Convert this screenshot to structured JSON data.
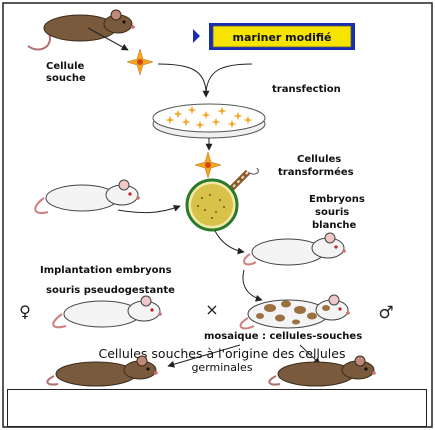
{
  "labels": {
    "mariner": "mariner modifié",
    "cellule": "Cellule",
    "souche": "souche",
    "transfection": "transfection",
    "cellules": "Cellules",
    "transformees": "transformées",
    "embryons": "Embryons",
    "souris": "souris",
    "blanche": "blanche",
    "implantation": "Implantation embryons",
    "pseudogestante": "souris pseudogestante",
    "cross": "×",
    "female": "♀",
    "male": "♂",
    "mosaique": "mosaique : cellules-souches",
    "germ1": "Cellules souches à l'origine des cellules",
    "germ2": "germinales"
  },
  "colors": {
    "brown_mouse": "#7a5a3c",
    "white_mouse": "#f4f4f4",
    "star": "#f5a623",
    "banner_bg": "#f6e400",
    "banner_border": "#1a2cb0",
    "embryo": "#d8c24a",
    "spot": "#9c7040"
  }
}
